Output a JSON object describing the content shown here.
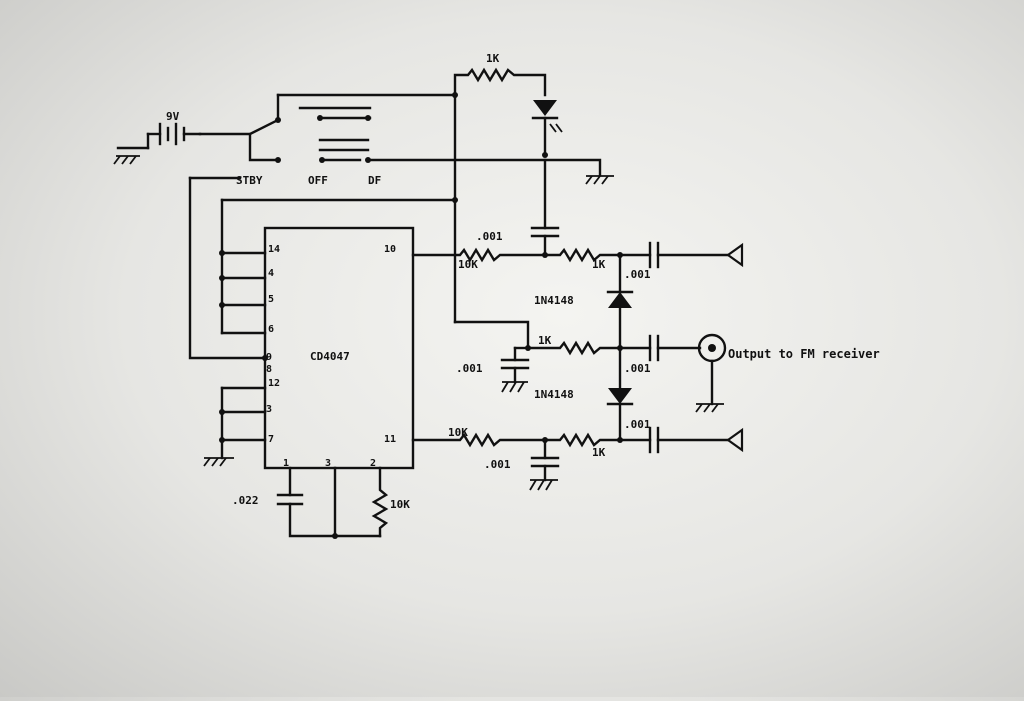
{
  "schematic": {
    "battery": {
      "label": "9V"
    },
    "switch": {
      "labels": [
        "STBY",
        "OFF",
        "DF"
      ]
    },
    "ic": {
      "name": "CD4047",
      "pins": [
        "14",
        "4",
        "5",
        "6",
        "9",
        "8",
        "12",
        "3",
        "7",
        "10",
        "11",
        "1",
        "3",
        "2"
      ]
    },
    "led_resistor": {
      "label": "1K"
    },
    "top_network": {
      "r1": "10K",
      "r2": "1K",
      "cap_shunt": ".001",
      "cap_out": ".001"
    },
    "bottom_network": {
      "r1": "10K",
      "r2": "1K",
      "cap_shunt": ".001",
      "cap_out": ".001"
    },
    "diode_top": {
      "label": "1N4148"
    },
    "diode_bottom": {
      "label": "1N4148"
    },
    "mid_network": {
      "r": "1K",
      "cap_shunt": ".001",
      "cap_out": ".001"
    },
    "timing": {
      "cap": ".022",
      "res": "10K"
    },
    "output": {
      "label": "Output to FM receiver"
    }
  }
}
